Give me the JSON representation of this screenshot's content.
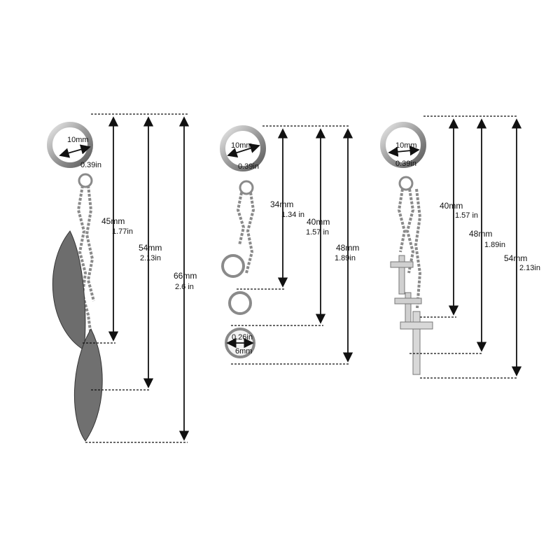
{
  "earrings": [
    {
      "name": "feather",
      "hoop": {
        "mm": "10mm",
        "in": "0.39in"
      },
      "dims": [
        {
          "mm": "45mm",
          "in": "1.77in"
        },
        {
          "mm": "54mm",
          "in": "2.13in"
        },
        {
          "mm": "66mm",
          "in": "2.6 in"
        }
      ]
    },
    {
      "name": "rings-disc",
      "hoop": {
        "mm": "10mm",
        "in": "0.39in"
      },
      "dims": [
        {
          "mm": "34mm",
          "in": "1.34 in"
        },
        {
          "mm": "40mm",
          "in": "1.57 in"
        },
        {
          "mm": "48mm",
          "in": "1.89in"
        }
      ],
      "disc": {
        "mm": "6mm",
        "in": "0.26in"
      }
    },
    {
      "name": "crosses",
      "hoop": {
        "mm": "10mm",
        "in": "0.39in"
      },
      "dims": [
        {
          "mm": "40mm",
          "in": "1.57 in"
        },
        {
          "mm": "48mm",
          "in": "1.89in"
        },
        {
          "mm": "54mm",
          "in": "2.13in"
        }
      ]
    }
  ]
}
